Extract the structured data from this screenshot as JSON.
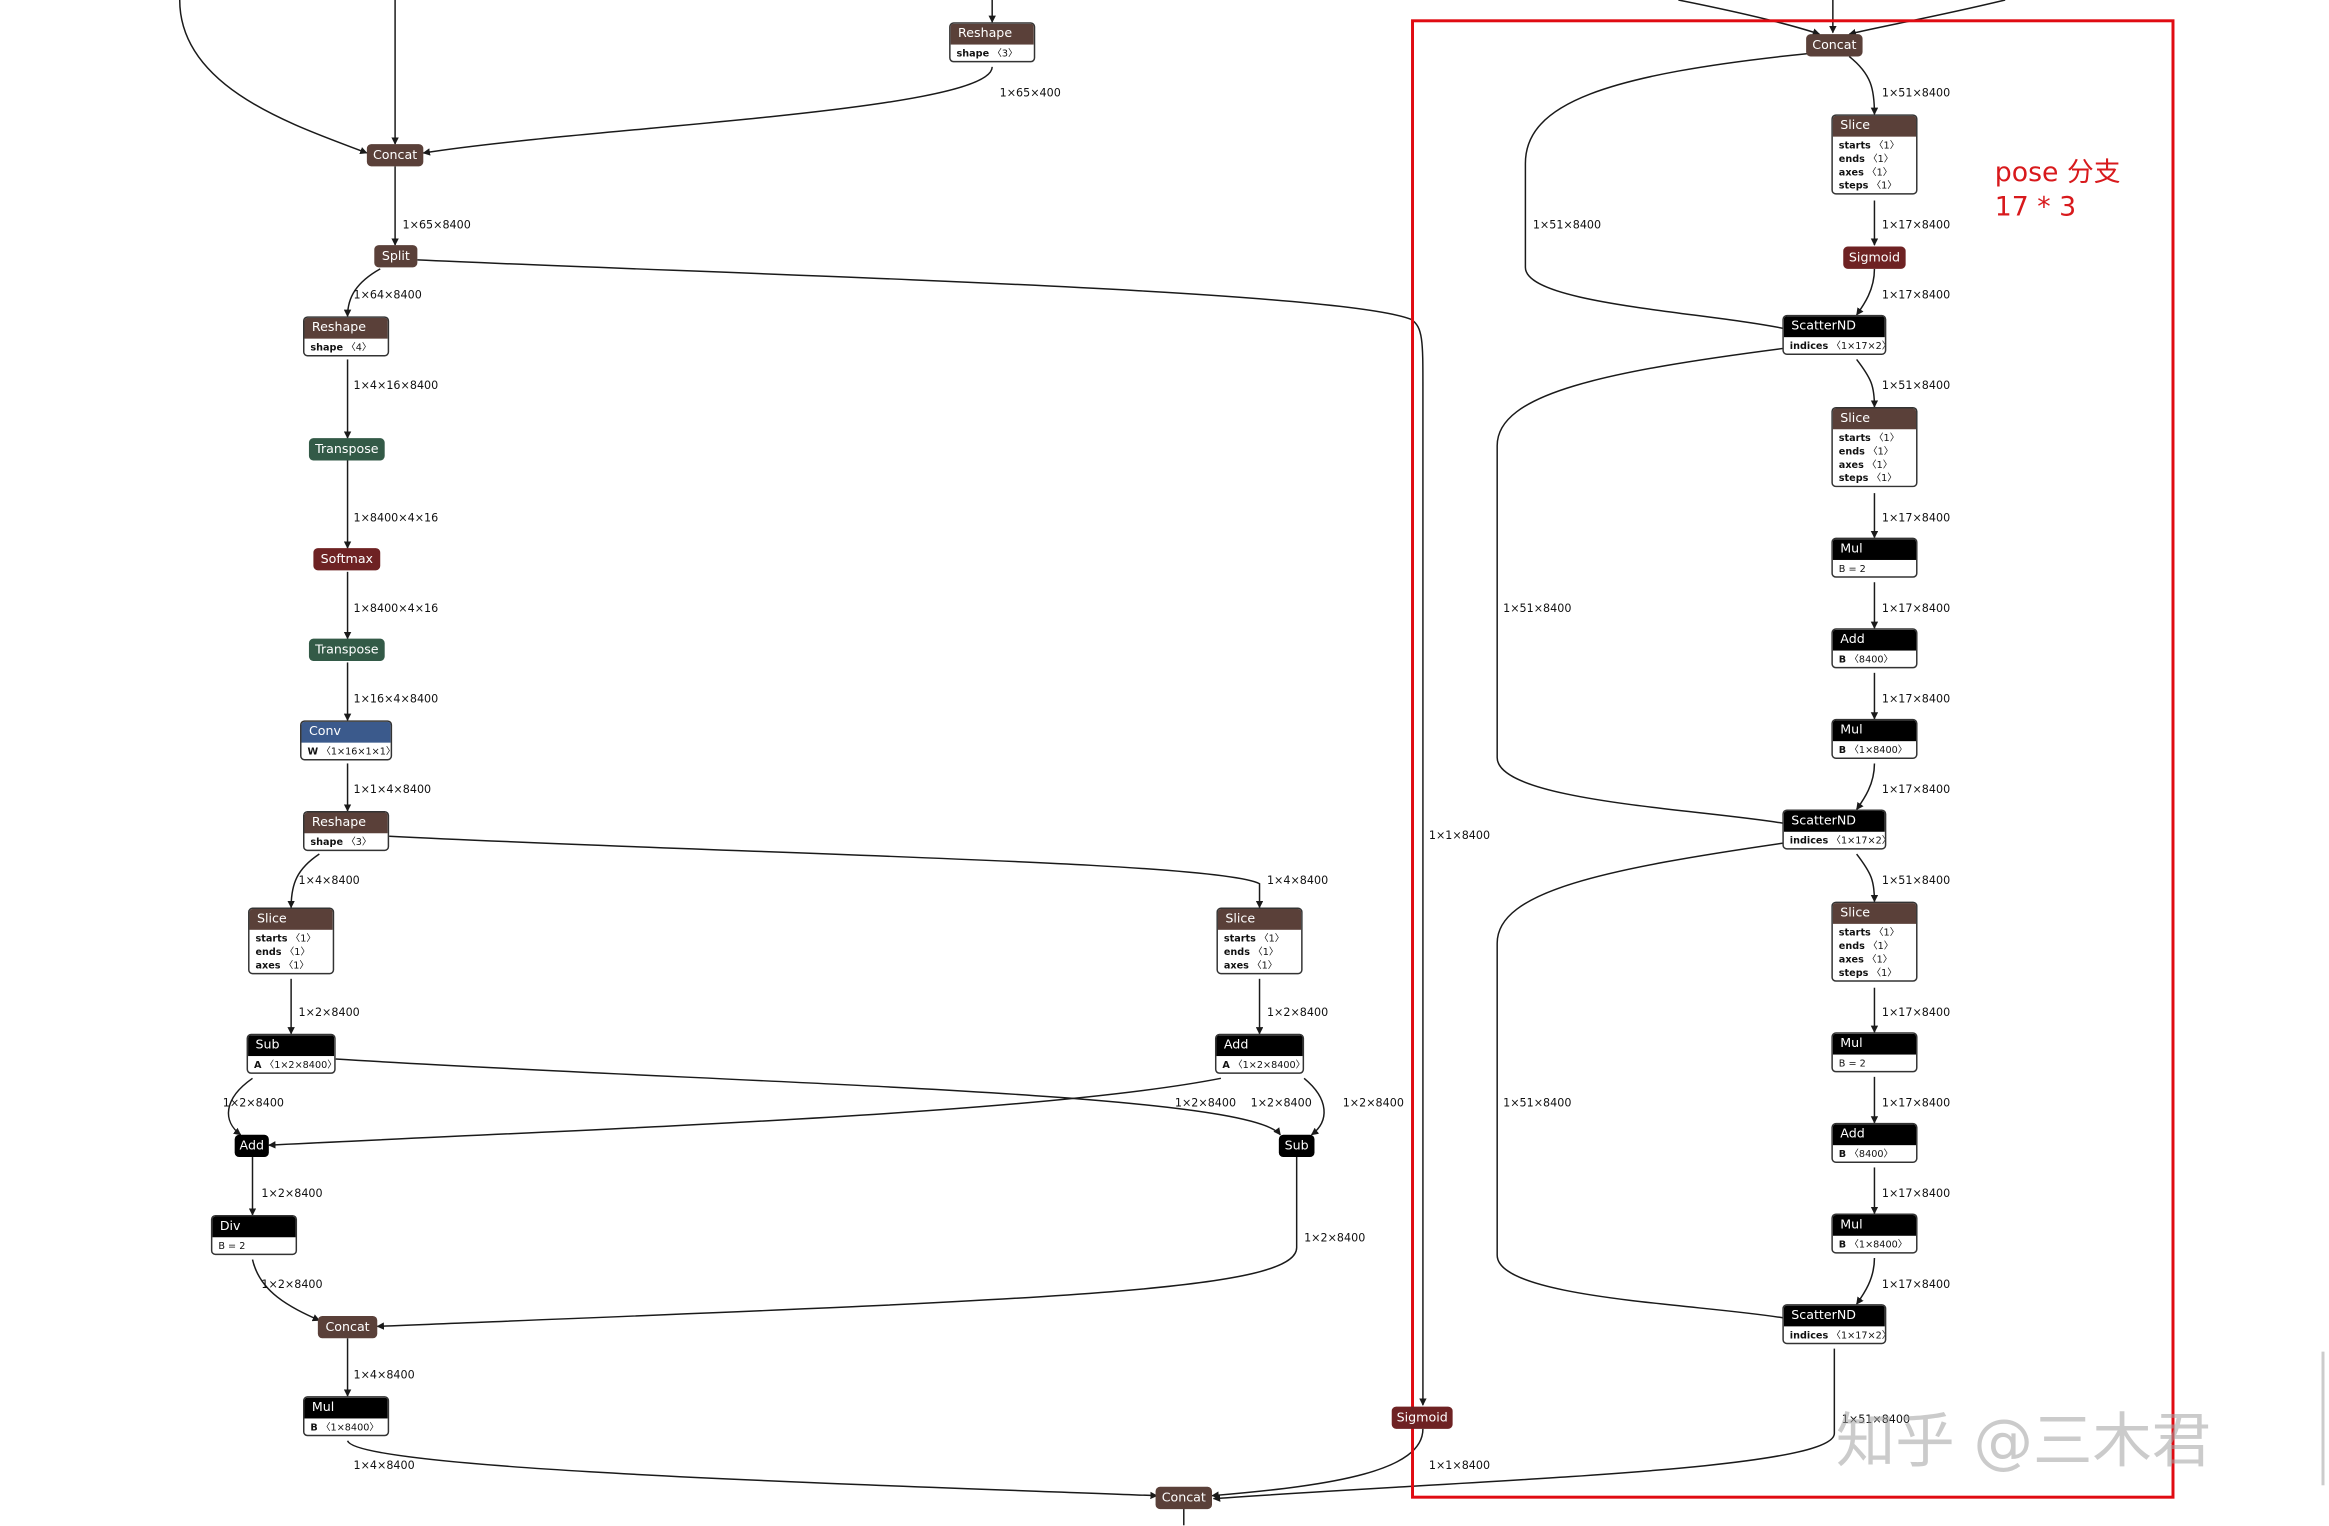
{
  "annotation": {
    "line1": "pose 分支",
    "line2": "17 * 3"
  },
  "watermark": "知乎 @三木君",
  "edge_labels": {
    "e_reshape_top": "1×65×400",
    "e_split_in": "1×65×8400",
    "e_split_reshape": "1×64×8400",
    "e_reshape_transpose": "1×4×16×8400",
    "e_transpose_softmax": "1×8400×4×16",
    "e_softmax_transpose": "1×8400×4×16",
    "e_transpose_conv": "1×16×4×8400",
    "e_conv_reshape": "1×1×4×8400",
    "e_reshape_slice_l": "1×4×8400",
    "e_reshape_slice_r": "1×4×8400",
    "e_slice_sub": "1×2×8400",
    "e_slice_add": "1×2×8400",
    "e_sub_add": "1×2×8400",
    "e_add_sub_a": "1×2×8400",
    "e_add_sub_b": "1×2×8400",
    "e_sub_add_r": "1×2×8400",
    "e_add_div": "1×2×8400",
    "e_sub_concat": "1×2×8400",
    "e_div_concat": "1×2×8400",
    "e_concat_mul": "1×4×8400",
    "e_mul_concat": "1×4×8400",
    "e_split_sigmoid": "1×1×8400",
    "e_sigmoid_concat": "1×1×8400",
    "p_concat_slice": "1×51×8400",
    "p_bypass1": "1×51×8400",
    "p_slice_sigmoid": "1×17×8400",
    "p_sigmoid_scatter": "1×17×8400",
    "p_scatter_slice2": "1×51×8400",
    "p_slice2_mul": "1×17×8400",
    "p_mul_add": "1×17×8400",
    "p_add_mul2": "1×17×8400",
    "p_mul2_scatter": "1×17×8400",
    "p_bypass2": "1×51×8400",
    "p_scatter_slice3": "1×51×8400",
    "p_slice3_mul": "1×17×8400",
    "p_mul3_add": "1×17×8400",
    "p_add_mul4": "1×17×8400",
    "p_mul4_scatter": "1×17×8400",
    "p_bypass3": "1×51×8400",
    "p_scatter_out": "1×51×8400"
  },
  "nodes": {
    "reshape_top": {
      "name": "Reshape",
      "attrs": [
        {
          "key": "shape",
          "val": "〈3〉"
        }
      ]
    },
    "concat1": {
      "name": "Concat"
    },
    "split": {
      "name": "Split"
    },
    "reshape1": {
      "name": "Reshape",
      "attrs": [
        {
          "key": "shape",
          "val": "〈4〉"
        }
      ]
    },
    "transpose1": {
      "name": "Transpose"
    },
    "softmax": {
      "name": "Softmax"
    },
    "transpose2": {
      "name": "Transpose"
    },
    "conv": {
      "name": "Conv",
      "attrs": [
        {
          "key": "W",
          "val": "〈1×16×1×1〉"
        }
      ]
    },
    "reshape2": {
      "name": "Reshape",
      "attrs": [
        {
          "key": "shape",
          "val": "〈3〉"
        }
      ]
    },
    "slice_l": {
      "name": "Slice",
      "attrs": [
        {
          "key": "starts",
          "val": "〈1〉"
        },
        {
          "key": "ends",
          "val": "〈1〉"
        },
        {
          "key": "axes",
          "val": "〈1〉"
        }
      ]
    },
    "slice_r": {
      "name": "Slice",
      "attrs": [
        {
          "key": "starts",
          "val": "〈1〉"
        },
        {
          "key": "ends",
          "val": "〈1〉"
        },
        {
          "key": "axes",
          "val": "〈1〉"
        }
      ]
    },
    "sub_l": {
      "name": "Sub",
      "attrs": [
        {
          "key": "A",
          "val": "〈1×2×8400〉"
        }
      ]
    },
    "add_r": {
      "name": "Add",
      "attrs": [
        {
          "key": "A",
          "val": "〈1×2×8400〉"
        }
      ]
    },
    "add_l": {
      "name": "Add"
    },
    "sub_r": {
      "name": "Sub"
    },
    "div": {
      "name": "Div",
      "plain": "B = 2"
    },
    "concat2": {
      "name": "Concat"
    },
    "mul_l": {
      "name": "Mul",
      "attrs": [
        {
          "key": "B",
          "val": "〈1×8400〉"
        }
      ]
    },
    "sigmoid_mid": {
      "name": "Sigmoid"
    },
    "concat_bottom": {
      "name": "Concat"
    },
    "p_concat": {
      "name": "Concat"
    },
    "p_slice1": {
      "name": "Slice",
      "attrs": [
        {
          "key": "starts",
          "val": "〈1〉"
        },
        {
          "key": "ends",
          "val": "〈1〉"
        },
        {
          "key": "axes",
          "val": "〈1〉"
        },
        {
          "key": "steps",
          "val": "〈1〉"
        }
      ]
    },
    "p_sigmoid": {
      "name": "Sigmoid"
    },
    "p_scatter1": {
      "name": "ScatterND",
      "attrs": [
        {
          "key": "indices",
          "val": "〈1×17×2〉"
        }
      ]
    },
    "p_slice2": {
      "name": "Slice",
      "attrs": [
        {
          "key": "starts",
          "val": "〈1〉"
        },
        {
          "key": "ends",
          "val": "〈1〉"
        },
        {
          "key": "axes",
          "val": "〈1〉"
        },
        {
          "key": "steps",
          "val": "〈1〉"
        }
      ]
    },
    "p_mul1": {
      "name": "Mul",
      "plain": "B = 2"
    },
    "p_add1": {
      "name": "Add",
      "attrs": [
        {
          "key": "B",
          "val": "〈8400〉"
        }
      ]
    },
    "p_mul2": {
      "name": "Mul",
      "attrs": [
        {
          "key": "B",
          "val": "〈1×8400〉"
        }
      ]
    },
    "p_scatter2": {
      "name": "ScatterND",
      "attrs": [
        {
          "key": "indices",
          "val": "〈1×17×2〉"
        }
      ]
    },
    "p_slice3": {
      "name": "Slice",
      "attrs": [
        {
          "key": "starts",
          "val": "〈1〉"
        },
        {
          "key": "ends",
          "val": "〈1〉"
        },
        {
          "key": "axes",
          "val": "〈1〉"
        },
        {
          "key": "steps",
          "val": "〈1〉"
        }
      ]
    },
    "p_mul3": {
      "name": "Mul",
      "plain": "B = 2"
    },
    "p_add2": {
      "name": "Add",
      "attrs": [
        {
          "key": "B",
          "val": "〈8400〉"
        }
      ]
    },
    "p_mul4": {
      "name": "Mul",
      "attrs": [
        {
          "key": "B",
          "val": "〈1×8400〉"
        }
      ]
    },
    "p_scatter3": {
      "name": "ScatterND",
      "attrs": [
        {
          "key": "indices",
          "val": "〈1×17×2〉"
        }
      ]
    }
  }
}
